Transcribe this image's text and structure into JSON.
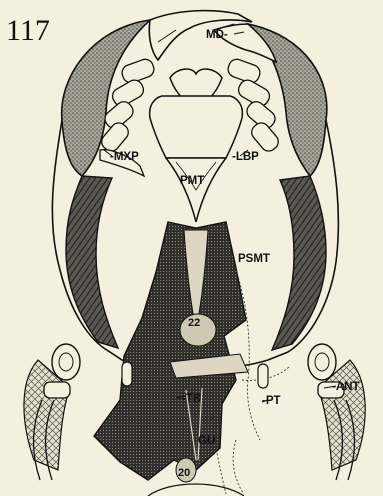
{
  "figure": {
    "number": "117",
    "labels": {
      "md": "MD-",
      "mxp": "-MXP",
      "lbp": "-LBP",
      "pmt": "PMT",
      "psmt": "PSMT",
      "n22": "22",
      "ant": "-ANT",
      "tb": "-TB",
      "pt": "-PT",
      "gu": "GU",
      "n20": "20"
    }
  }
}
